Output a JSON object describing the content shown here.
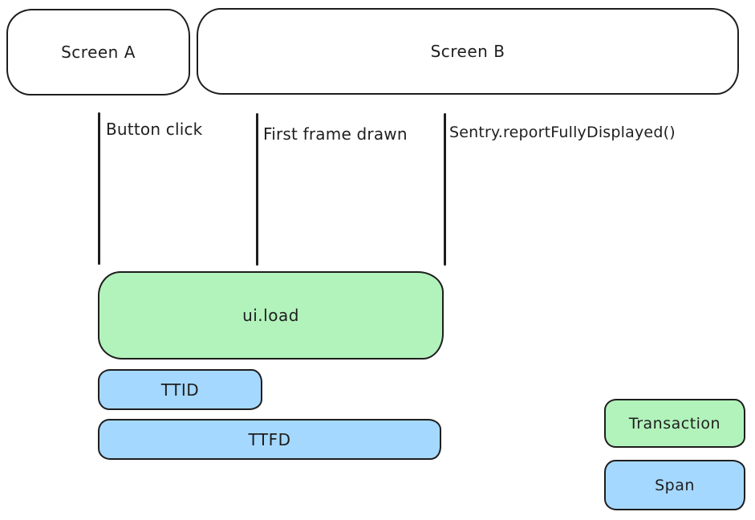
{
  "screens": {
    "a": {
      "label": "Screen A"
    },
    "b": {
      "label": "Screen B"
    }
  },
  "markers": {
    "button_click": {
      "label": "Button click"
    },
    "first_frame_drawn": {
      "label": "First frame drawn"
    },
    "report_fully_displayed": {
      "label": "Sentry.reportFullyDisplayed()"
    }
  },
  "bars": {
    "ui_load": {
      "label": "ui.load",
      "kind": "transaction"
    },
    "ttid": {
      "label": "TTID",
      "kind": "span"
    },
    "ttfd": {
      "label": "TTFD",
      "kind": "span"
    }
  },
  "legend": {
    "transaction": {
      "label": "Transaction",
      "fill": "#b2f2bb"
    },
    "span": {
      "label": "Span",
      "fill": "#a5d8ff"
    }
  },
  "colors": {
    "transaction_fill": "#b2f2bb",
    "span_fill": "#a5d8ff",
    "stroke": "#1e1e1e",
    "background": "#ffffff"
  }
}
